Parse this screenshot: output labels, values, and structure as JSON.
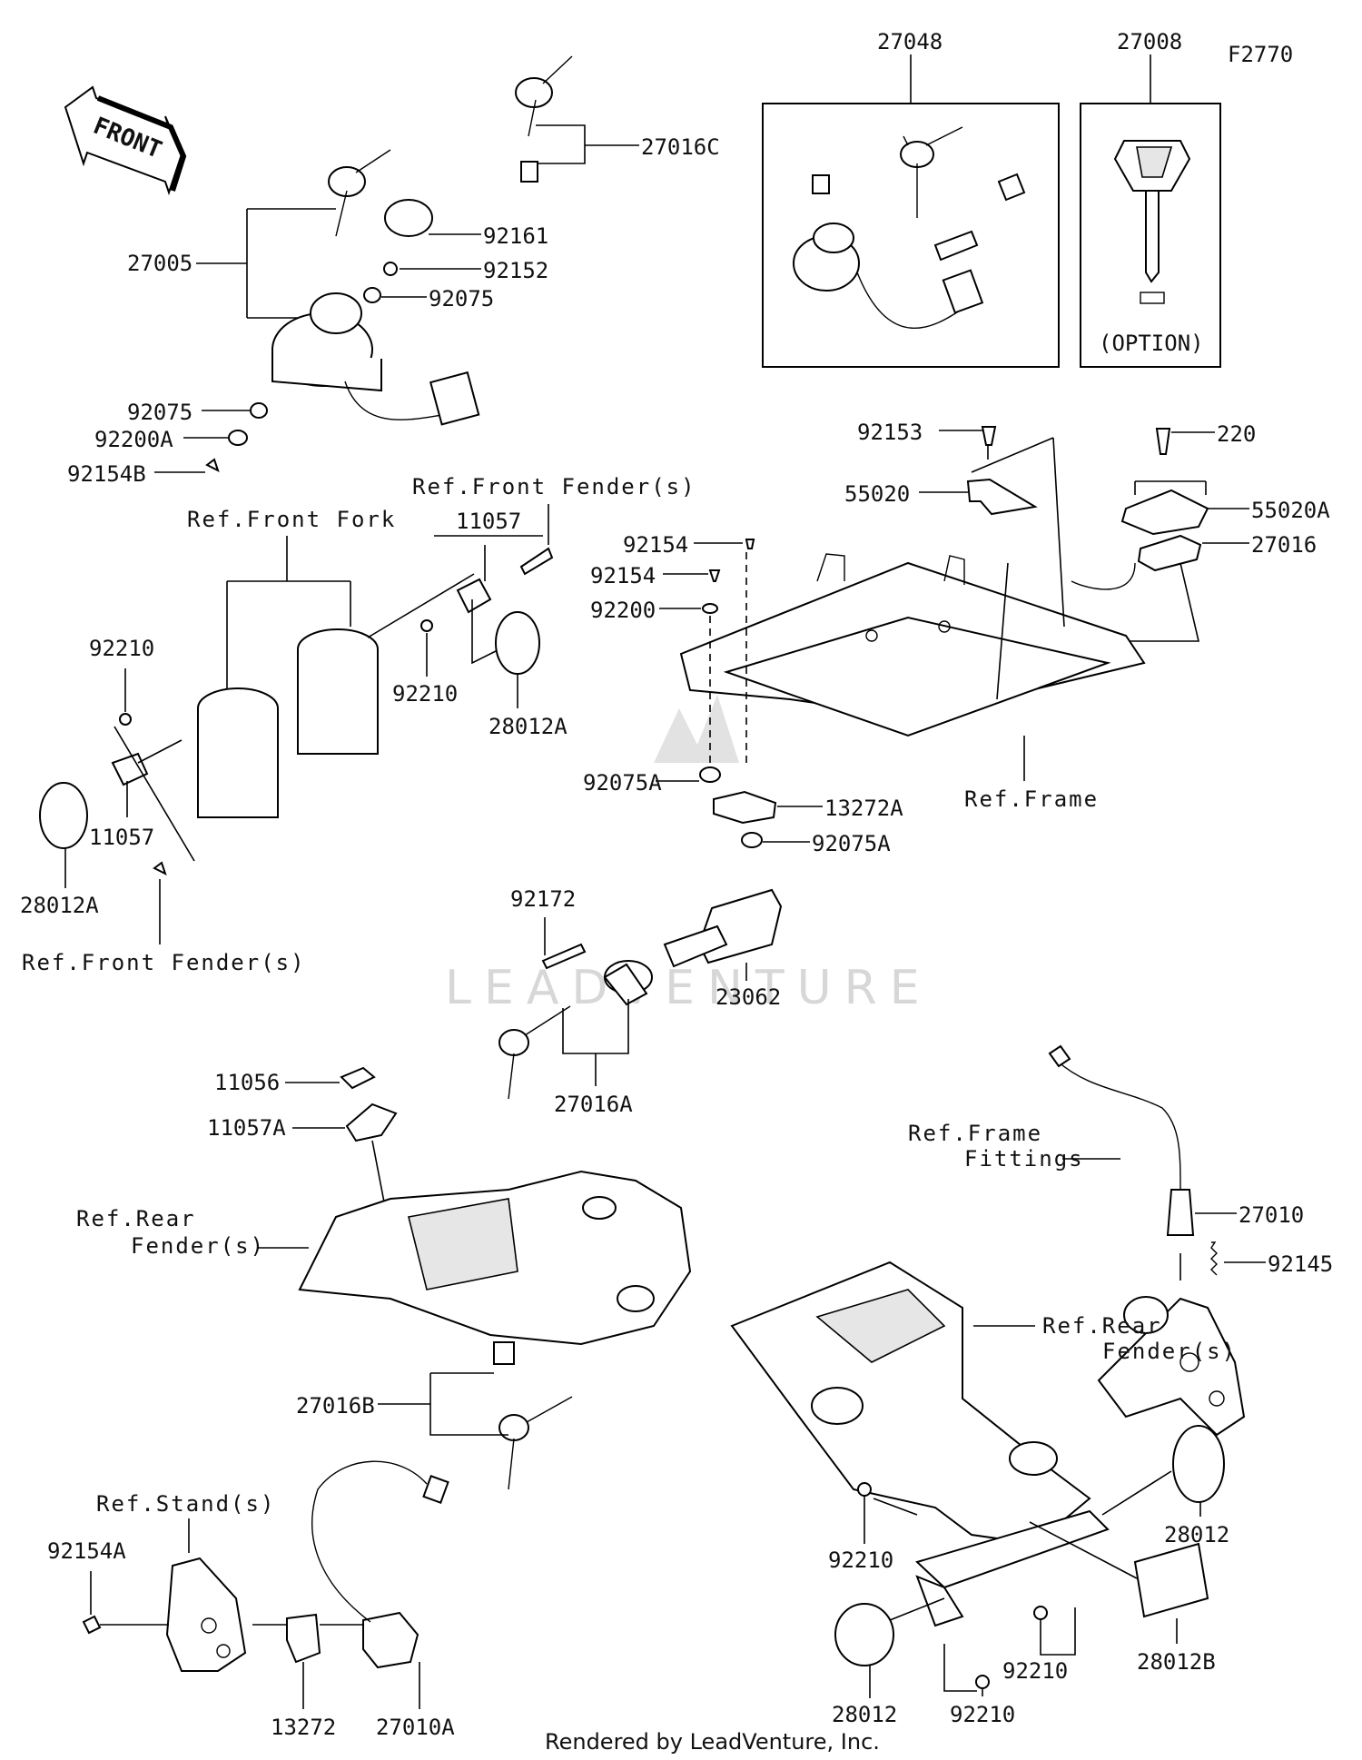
{
  "diagram_code": "F2770",
  "footer": "Rendered by LeadVenture, Inc.",
  "watermark": "LEADVENTURE",
  "front_arrow": "FRONT",
  "option_label": "(OPTION)",
  "parts": {
    "p27048": "27048",
    "p27008": "27008",
    "p27005": "27005",
    "p27016C": "27016C",
    "p92161": "92161",
    "p92152": "92152",
    "p92075_top": "92075",
    "p92075_bot": "92075",
    "p92200A": "92200A",
    "p92154B": "92154B",
    "p92153": "92153",
    "p220": "220",
    "p55020": "55020",
    "p55020A": "55020A",
    "p27016": "27016",
    "p92154_a": "92154",
    "p92154_b": "92154",
    "p92200": "92200",
    "p92075A_1": "92075A",
    "p13272A": "13272A",
    "p92075A_2": "92075A",
    "p11057_top": "11057",
    "p92210_mid": "92210",
    "p28012A_mid": "28012A",
    "p92210_left": "92210",
    "p11057_left": "11057",
    "p28012A_left": "28012A",
    "p92172": "92172",
    "p23062": "23062",
    "p27016A": "27016A",
    "p27010": "27010",
    "p92145": "92145",
    "p11056": "11056",
    "p11057A": "11057A",
    "p27016B": "27016B",
    "p92154A": "92154A",
    "p13272": "13272",
    "p27010A": "27010A",
    "p92210_r1": "92210",
    "p92210_r2": "92210",
    "p92210_r3": "92210",
    "p28012_r": "28012",
    "p28012_b": "28012",
    "p28012B": "28012B"
  },
  "references": {
    "front_fender_top": "Ref.Front Fender(s)",
    "front_fork": "Ref.Front Fork",
    "front_fender_bottom": "Ref.Front Fender(s)",
    "frame": "Ref.Frame",
    "frame_fittings_1": "Ref.Frame",
    "frame_fittings_2": "Fittings",
    "rear_fender_left_1": "Ref.Rear",
    "rear_fender_left_2": "Fender(s)",
    "rear_fender_right_1": "Ref.Rear",
    "rear_fender_right_2": "Fender(s)",
    "stand": "Ref.Stand(s)"
  }
}
